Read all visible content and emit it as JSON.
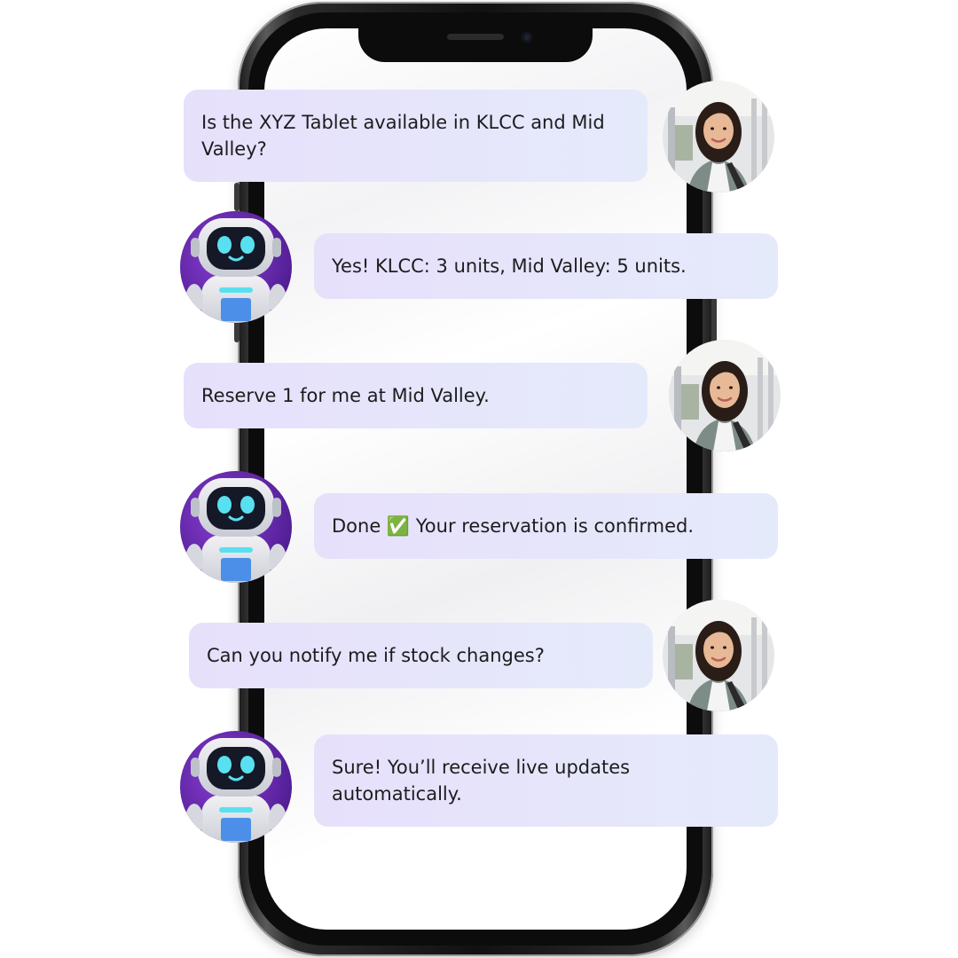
{
  "chat": {
    "messages": [
      {
        "sender": "user",
        "text": "Is the XYZ Tablet available in KLCC and Mid Valley?"
      },
      {
        "sender": "bot",
        "text": "Yes! KLCC: 3 units, Mid Valley: 5 units."
      },
      {
        "sender": "user",
        "text": "Reserve 1 for me at Mid Valley."
      },
      {
        "sender": "bot",
        "text": "Done ✅ Your reservation is confirmed."
      },
      {
        "sender": "user",
        "text": "Can you notify me if stock changes?"
      },
      {
        "sender": "bot",
        "text": "Sure! You’ll receive live updates automatically."
      }
    ]
  },
  "icons": {
    "user_avatar": "user-avatar-icon",
    "bot_avatar": "robot-avatar-icon"
  },
  "colors": {
    "bubble_start": "#e7e0fb",
    "bubble_end": "#e5eafb",
    "bot_purple": "#6b2bb8",
    "text": "#1d1d1f"
  }
}
